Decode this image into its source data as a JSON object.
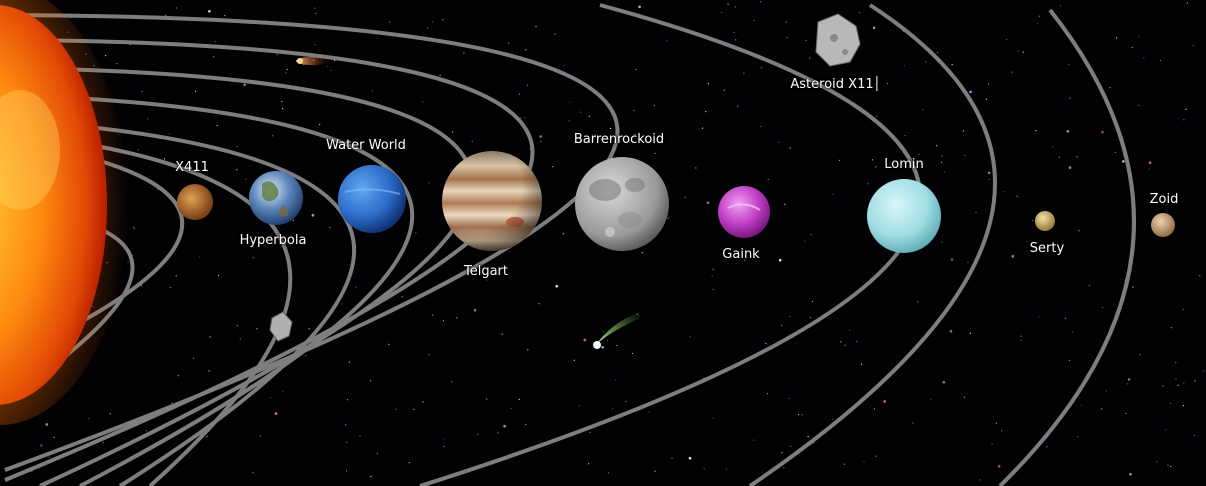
{
  "labels": {
    "x411": "X411",
    "hyperbola": "Hyperbola",
    "water_world": "Water World",
    "telgart": "Telgart",
    "barrenrockoid": "Barrenrockoid",
    "gaink": "Gaink",
    "lomin": "Lomin",
    "serty": "Serty",
    "zoid": "Zoid",
    "asteroid": "Asteroid X11"
  }
}
